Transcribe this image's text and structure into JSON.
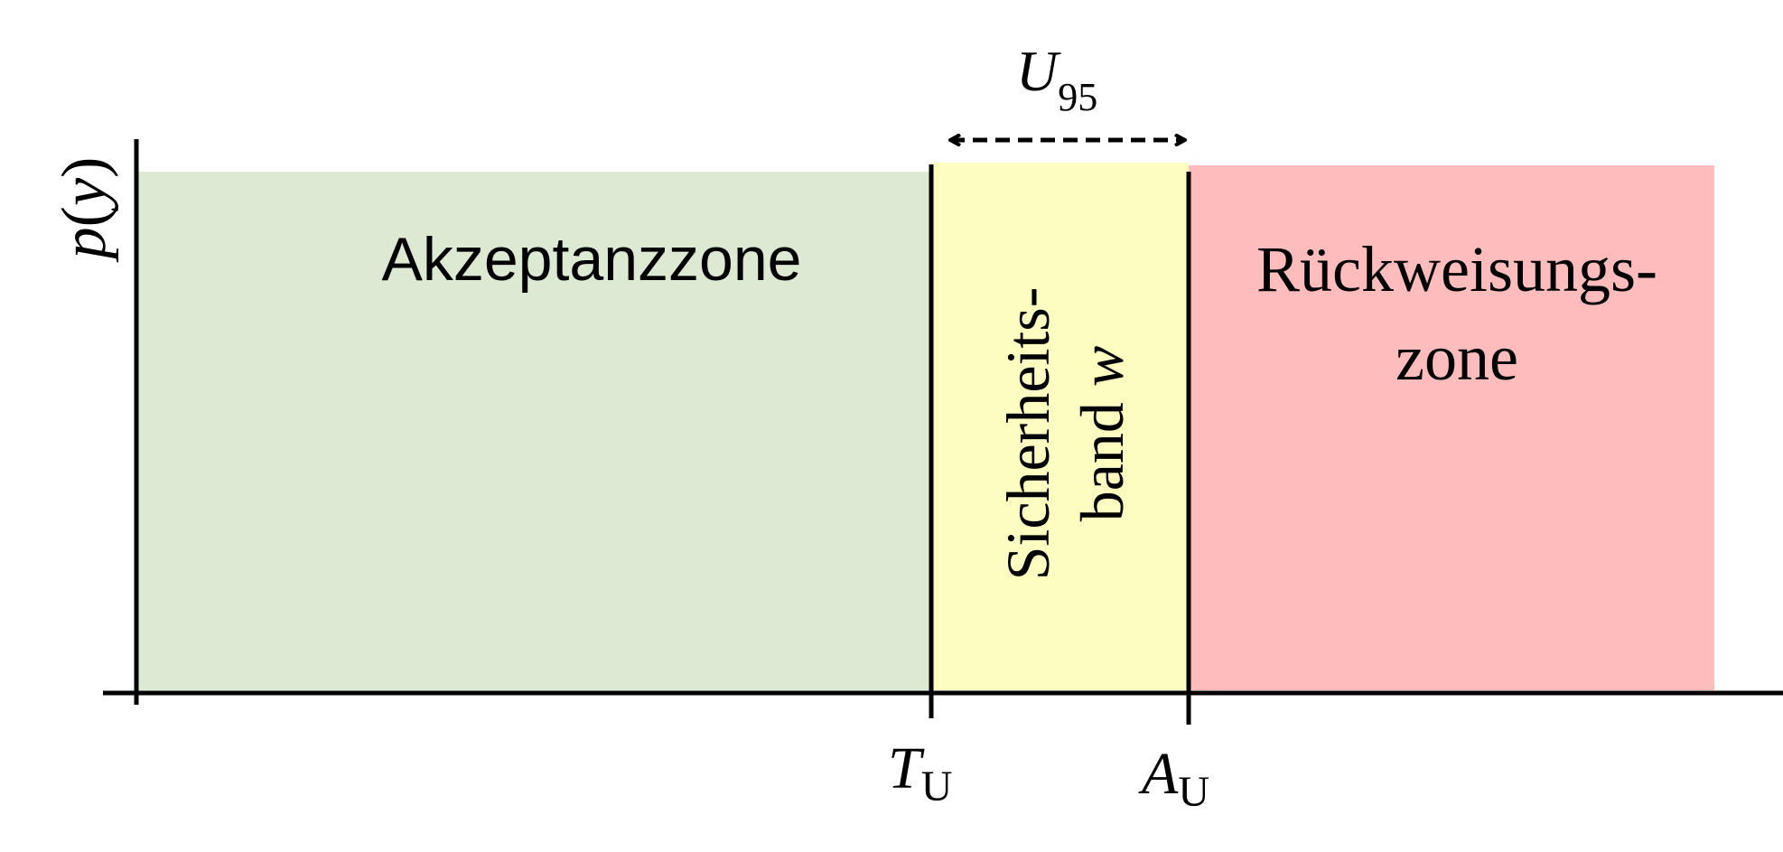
{
  "colors": {
    "acceptance_zone": "#dce9d3",
    "guard_band": "#fdfdc1",
    "rejection_zone": "#febcbc",
    "axis": "#000000",
    "text": "#000000"
  },
  "y_axis_label": {
    "main": "p",
    "paren_open": "(",
    "var": "y",
    "paren_close": ")"
  },
  "zones": {
    "acceptance": {
      "label": "Akzeptanzzone"
    },
    "guard_band": {
      "line1": "Sicherheits-",
      "line2_text": "band ",
      "line2_var": "w"
    },
    "rejection": {
      "line1": "Rückweisungs-",
      "line2": "zone"
    }
  },
  "uncertainty": {
    "main": "U",
    "sub": "95"
  },
  "ticks": {
    "tolerance": {
      "main": "T",
      "sub": "U"
    },
    "acceptance": {
      "main": "A",
      "sub": "U"
    }
  }
}
